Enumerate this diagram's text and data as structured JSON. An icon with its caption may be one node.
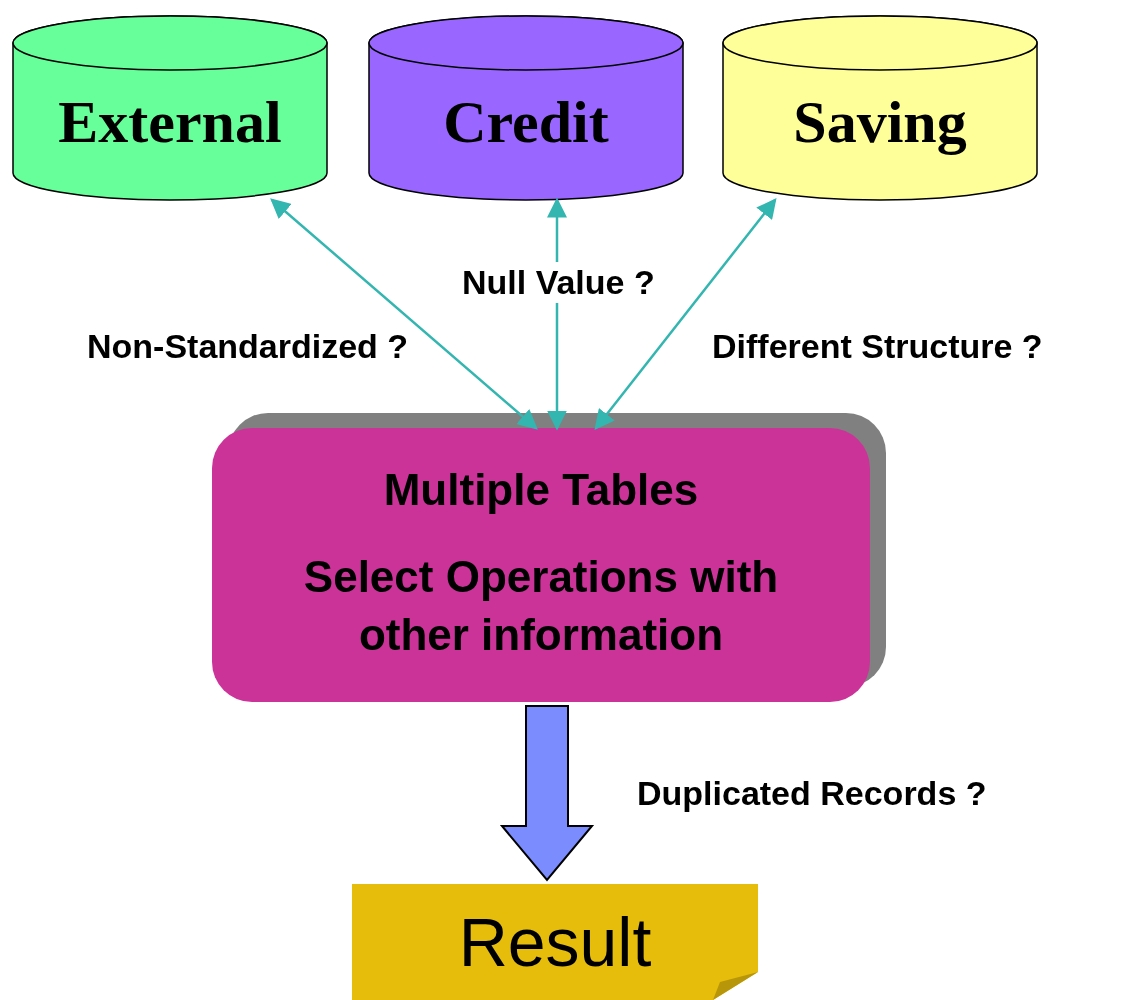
{
  "diagram": {
    "nodes": [
      {
        "text": [
          "External"
        ]
      },
      {
        "text": [
          "Credit"
        ]
      },
      {
        "text": [
          "Saving"
        ]
      },
      {
        "text": [
          "Multiple Tables",
          "Select Operations with other information"
        ]
      },
      {
        "text": [
          "Result"
        ]
      }
    ],
    "edges": [
      {
        "from": 0,
        "to": 3,
        "arrow": "both",
        "label": "Non-Standardized ?"
      },
      {
        "from": 1,
        "to": 3,
        "arrow": "both",
        "label": "Null Value ?"
      },
      {
        "from": 2,
        "to": 3,
        "arrow": "both",
        "label": "Different Structure ?"
      },
      {
        "from": 3,
        "to": 4,
        "arrow": "to",
        "label": "Duplicated Records ?",
        "style": "thick",
        "color": "#7b8cff"
      }
    ]
  }
}
